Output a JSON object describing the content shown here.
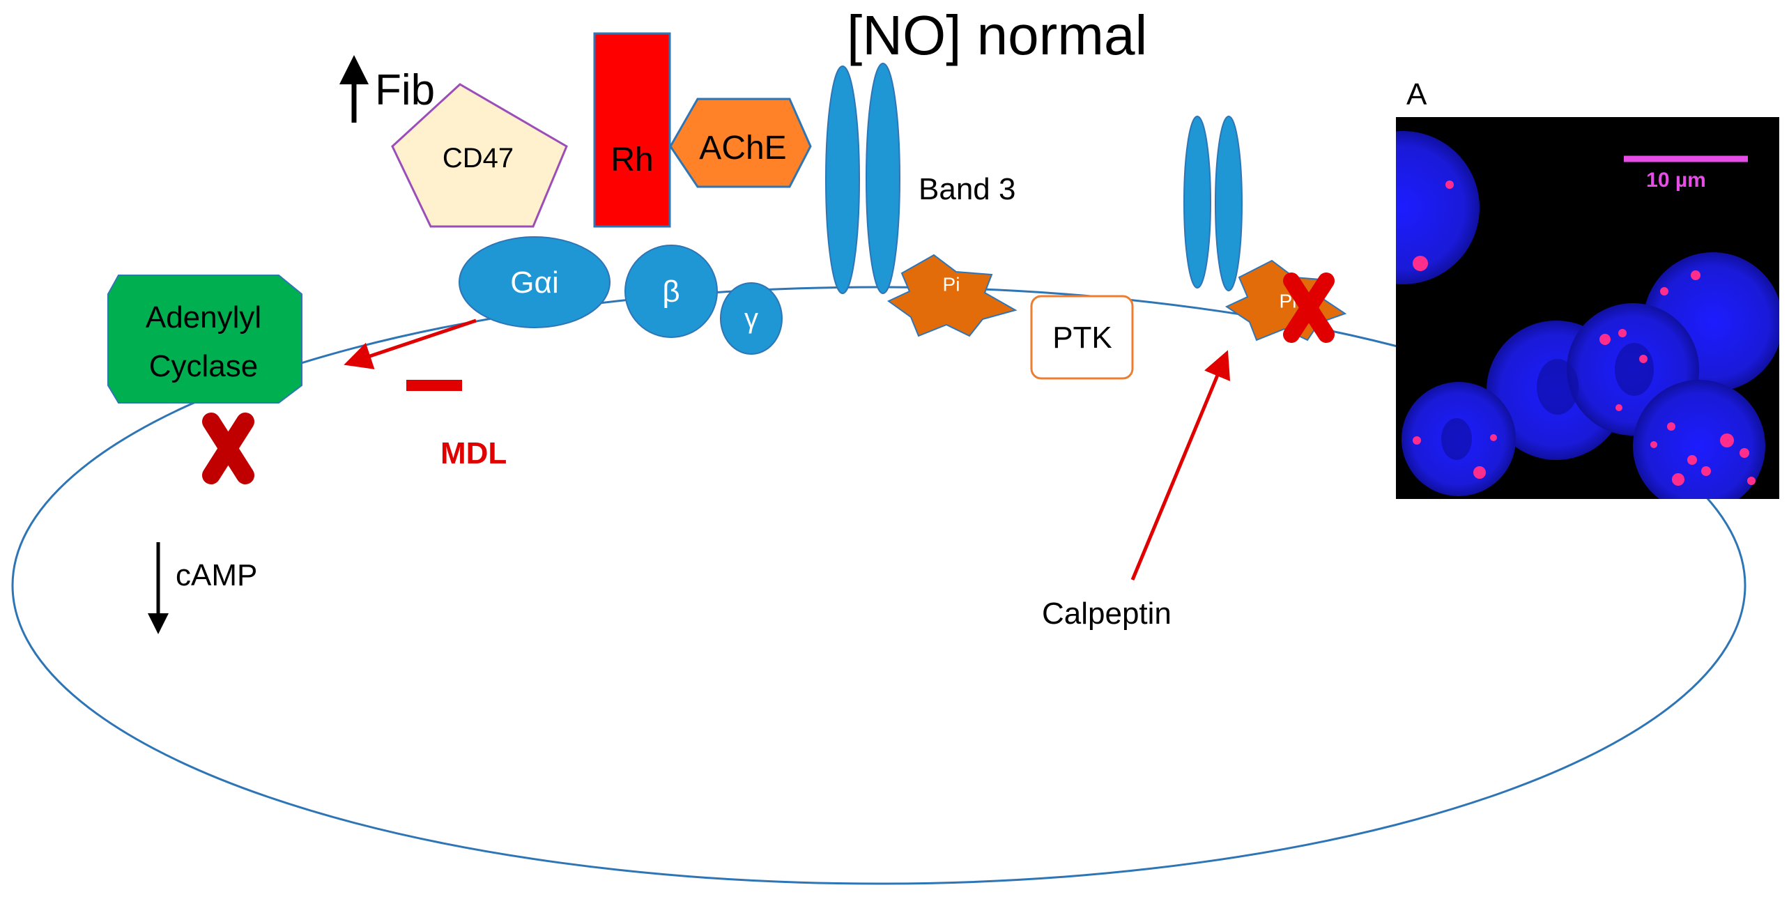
{
  "title": "[NO]  normal",
  "labels": {
    "fib": "Fib",
    "cd47": "CD47",
    "rh": "Rh",
    "ache": "AChE",
    "band3": "Band 3",
    "galpha_i": "Gαi",
    "beta": "β",
    "gamma": "γ",
    "adenylyl_line1": "Adenylyl",
    "adenylyl_line2": "Cyclase",
    "pi_left": "Pi",
    "pi_right": "Pi",
    "ptk": "PTK",
    "mdl": "MDL",
    "camp": "cAMP",
    "calpeptin": "Calpeptin"
  },
  "micrograph": {
    "panel_label": "A",
    "scale_bar_label": "10 µm"
  },
  "colors": {
    "membrane": "#2E75B6",
    "protein_blue": "#1F97D5",
    "rh_red": "#FF0000",
    "ache_orange": "#FF8228",
    "cd47_fill": "#FFF0CE",
    "cd47_stroke": "#9B4DB8",
    "adenylyl_green": "#00B050",
    "pi_orange": "#E36C0A",
    "inhibit_red": "#E00000",
    "micrograph_bg": "#000000",
    "cell_blue": "#1A1AE6",
    "spot_pink": "#FF2E8C",
    "scale_magenta": "#E64DE6"
  }
}
